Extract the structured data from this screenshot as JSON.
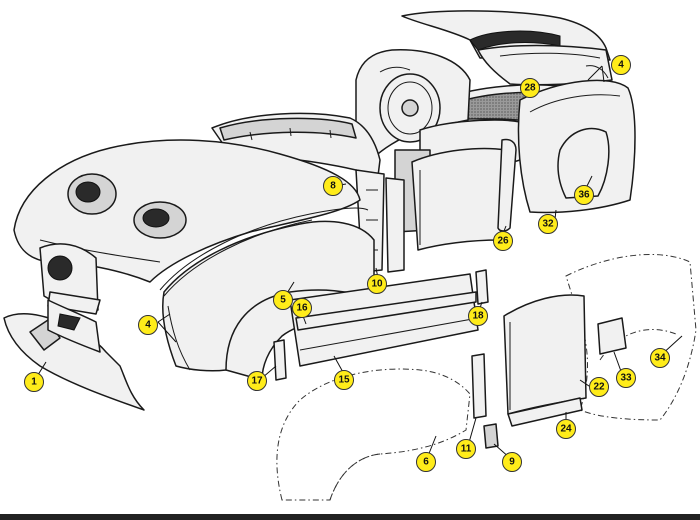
{
  "diagram": {
    "callouts": [
      {
        "id": "callout-1",
        "label": "1"
      },
      {
        "id": "callout-4-front",
        "label": "4"
      },
      {
        "id": "callout-4-rear",
        "label": "4"
      },
      {
        "id": "callout-5",
        "label": "5"
      },
      {
        "id": "callout-6",
        "label": "6"
      },
      {
        "id": "callout-8",
        "label": "8"
      },
      {
        "id": "callout-9",
        "label": "9"
      },
      {
        "id": "callout-10",
        "label": "10"
      },
      {
        "id": "callout-11",
        "label": "11"
      },
      {
        "id": "callout-15",
        "label": "15"
      },
      {
        "id": "callout-16",
        "label": "16"
      },
      {
        "id": "callout-17",
        "label": "17"
      },
      {
        "id": "callout-18",
        "label": "18"
      },
      {
        "id": "callout-22",
        "label": "22"
      },
      {
        "id": "callout-24",
        "label": "24"
      },
      {
        "id": "callout-26",
        "label": "26"
      },
      {
        "id": "callout-28",
        "label": "28"
      },
      {
        "id": "callout-32",
        "label": "32"
      },
      {
        "id": "callout-33",
        "label": "33"
      },
      {
        "id": "callout-34",
        "label": "34"
      },
      {
        "id": "callout-36",
        "label": "36"
      }
    ],
    "colors": {
      "callout_fill": "#ffec1a",
      "line": "#1a1a1a",
      "panel_fill": "#f1f1f1",
      "background": "#ffffff"
    }
  }
}
